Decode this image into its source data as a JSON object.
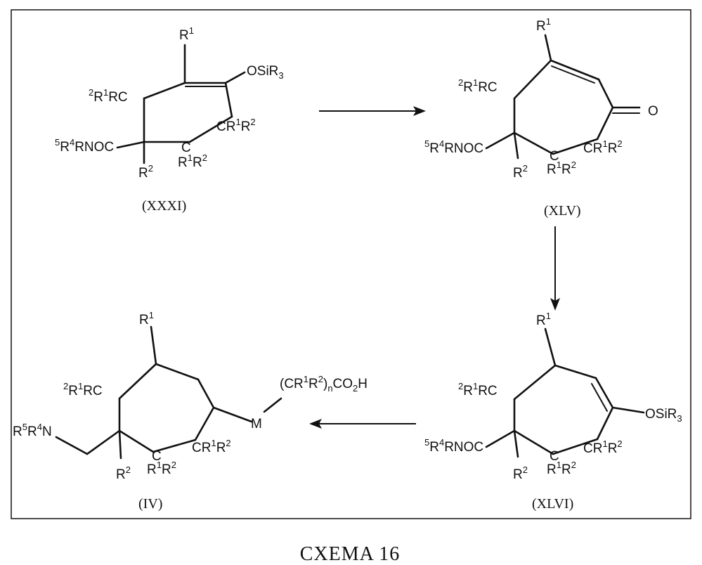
{
  "caption": "CXEMA 16",
  "compounds": {
    "c1": {
      "label": "(XXXI)",
      "R1": "R",
      "R1s": "1",
      "sub_left": "R",
      "sub_left_s1": "2",
      "sub_left_s2": "1",
      "sub_left_t": "RC",
      "amide": "RNOC",
      "amide_s1": "5",
      "amide_s2": "4",
      "amide_m": "R",
      "osi": "OSiR",
      "osi_s": "3",
      "cr_right": "CR",
      "cr_s1": "1",
      "cr_m": "R",
      "cr_s2": "2",
      "c_bottom": "C",
      "rr": "R",
      "rr_s1": "1",
      "rr_m": "R",
      "rr_s2": "2",
      "r2": "R",
      "r2_s": "2"
    },
    "c2": {
      "label": "(XLV)",
      "R1": "R",
      "R1s": "1",
      "sub_left": "R",
      "sub_left_s1": "2",
      "sub_left_s2": "1",
      "sub_left_t": "RC",
      "amide": "RNOC",
      "amide_s1": "5",
      "amide_s2": "4",
      "amide_m": "R",
      "oxo": "O",
      "cr_right": "CR",
      "cr_s1": "1",
      "cr_m": "R",
      "cr_s2": "2",
      "c_bottom": "C",
      "rr": "R",
      "rr_s1": "1",
      "rr_m": "R",
      "rr_s2": "2",
      "r2": "R",
      "r2_s": "2"
    },
    "c3": {
      "label": "(XLVI)",
      "R1": "R",
      "R1s": "1",
      "sub_left": "R",
      "sub_left_s1": "2",
      "sub_left_s2": "1",
      "sub_left_t": "RC",
      "amide": "RNOC",
      "amide_s1": "5",
      "amide_s2": "4",
      "amide_m": "R",
      "osi": "OSiR",
      "osi_s": "3",
      "cr_right": "CR",
      "cr_s1": "1",
      "cr_m": "R",
      "cr_s2": "2",
      "c_bottom": "C",
      "rr": "R",
      "rr_s1": "1",
      "rr_m": "R",
      "rr_s2": "2",
      "r2": "R",
      "r2_s": "2"
    },
    "c4": {
      "label": "(IV)",
      "R1": "R",
      "R1s": "1",
      "sub_left": "R",
      "sub_left_s1": "2",
      "sub_left_s2": "1",
      "sub_left_t": "RC",
      "amine": "R",
      "amine_s1": "5",
      "amine_m": "R",
      "amine_s2": "4",
      "amine_n": "N",
      "cr_right": "CR",
      "cr_s1": "1",
      "cr_m": "R",
      "cr_s2": "2",
      "c_bottom": "C",
      "rr": "R",
      "rr_s1": "1",
      "rr_m": "R",
      "rr_s2": "2",
      "r2": "R",
      "r2_s": "2",
      "m": "M",
      "chain_a": "(CR",
      "chain_s1": "1",
      "chain_b": "R",
      "chain_s2": "2",
      "chain_c": ")",
      "chain_n": "n",
      "chain_d": "CO",
      "chain_s3": "2",
      "chain_e": "H"
    }
  }
}
